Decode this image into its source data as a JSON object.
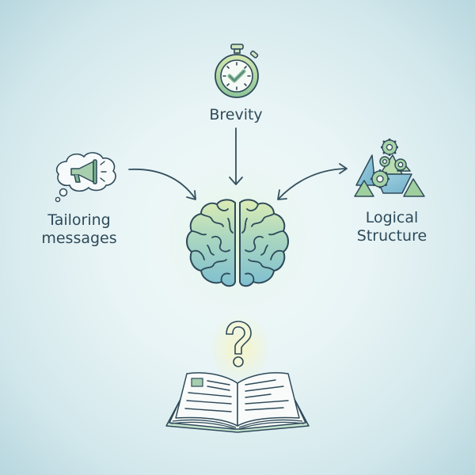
{
  "diagram": {
    "center": {
      "name": "brain",
      "icon": "brain-icon"
    },
    "nodes": [
      {
        "id": "brevity",
        "label": "Brevity",
        "icon": "stopwatch-icon"
      },
      {
        "id": "tailoring",
        "label_line1": "Tailoring",
        "label_line2": "messages",
        "icon": "megaphone-thought-bubble-icon"
      },
      {
        "id": "logical",
        "label_line1": "Logical",
        "label_line2": "Structure",
        "icon": "gears-triangles-icon"
      }
    ],
    "bottom": {
      "icon": "open-book-question-icon",
      "symbol": "?"
    },
    "edges": [
      {
        "from": "brevity",
        "to": "brain"
      },
      {
        "from": "tailoring",
        "to": "brain"
      },
      {
        "from": "brain",
        "to": "logical",
        "bidirectional": true
      }
    ],
    "colors": {
      "stroke": "#2e4a5a",
      "green": "#9fcf9e",
      "blue": "#9fd0dc",
      "yellow": "#e6efb0"
    }
  }
}
